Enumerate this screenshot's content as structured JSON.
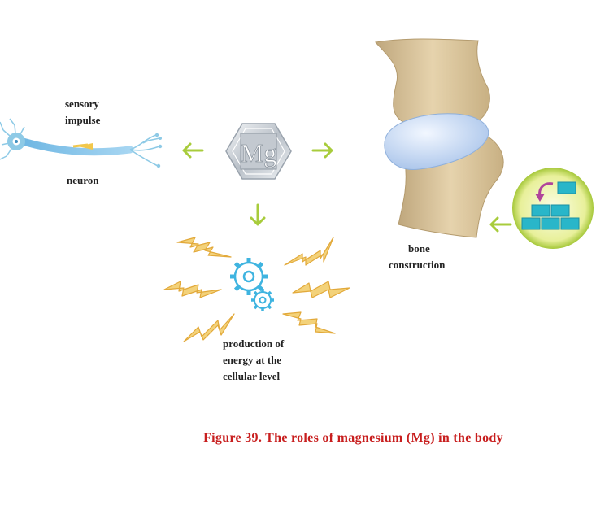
{
  "center": {
    "symbol": "Mg"
  },
  "labels": {
    "sensory_line1": "sensory",
    "sensory_line2": "impulse",
    "neuron": "neuron",
    "bone_line1": "bone",
    "bone_line2": "construction",
    "energy_line1": "production of",
    "energy_line2": "energy at the",
    "energy_line3": "cellular level"
  },
  "caption": "Figure 39. The roles of magnesium (Mg) in the body",
  "colors": {
    "arrow": "#a8cc3c",
    "caption": "#c81e1e",
    "neuron": "#8ecae6",
    "gear": "#3fb4e0",
    "lightning": "#f0c85a",
    "bone": "#d9c39a",
    "cartilage": "#c9dcf4",
    "bricks": "#29b6c9"
  },
  "icons": [
    "neuron-icon",
    "mg-hexagon-icon",
    "gears-icon",
    "lightning-icon",
    "bone-joint-icon",
    "bricks-icon"
  ]
}
